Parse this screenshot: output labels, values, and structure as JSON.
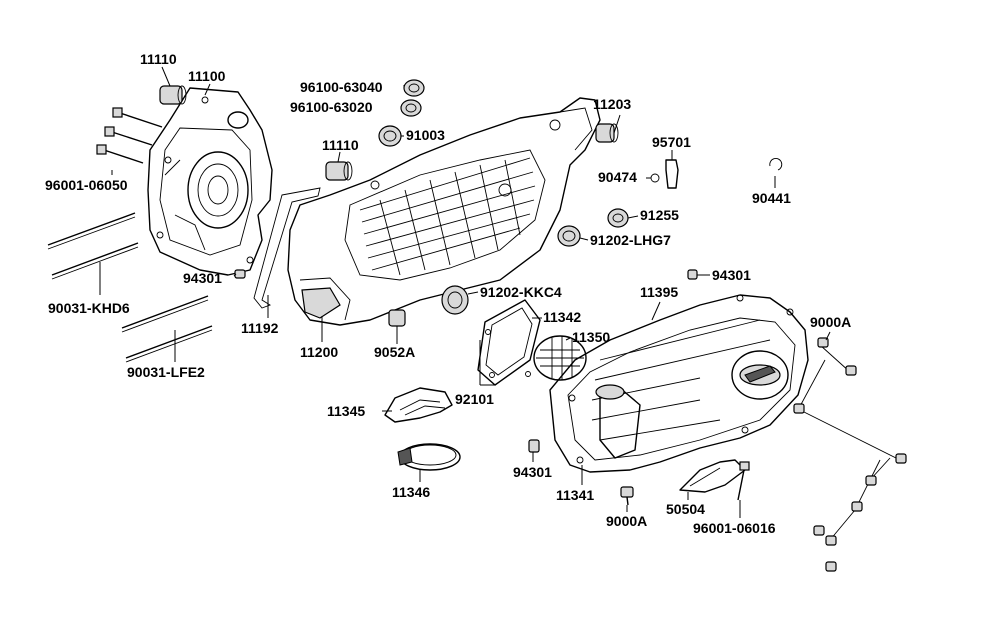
{
  "callouts": {
    "c11110a": "11110",
    "c11100": "11100",
    "c96100_63040": "96100-63040",
    "c96100_63020": "96100-63020",
    "c91003": "91003",
    "c11110b": "11110",
    "c11203": "11203",
    "c95701": "95701",
    "c90474": "90474",
    "c90441": "90441",
    "c96001_06050": "96001-06050",
    "c91255": "91255",
    "c91202_LHG7": "91202-LHG7",
    "c94301a": "94301",
    "c94301b": "94301",
    "c11395": "11395",
    "c91202_KKC4": "91202-KKC4",
    "c90031_KHD6": "90031-KHD6",
    "c11342": "11342",
    "c11192": "11192",
    "c11200": "11200",
    "c9052A": "9052A",
    "c11350": "11350",
    "c9000A_a": "9000A",
    "c90031_LFE2": "90031-LFE2",
    "c92101": "92101",
    "c11345": "11345",
    "c94301c": "94301",
    "c11341": "11341",
    "c11346": "11346",
    "c9000A_b": "9000A",
    "c50504": "50504",
    "c96001_06016": "96001-06016"
  }
}
